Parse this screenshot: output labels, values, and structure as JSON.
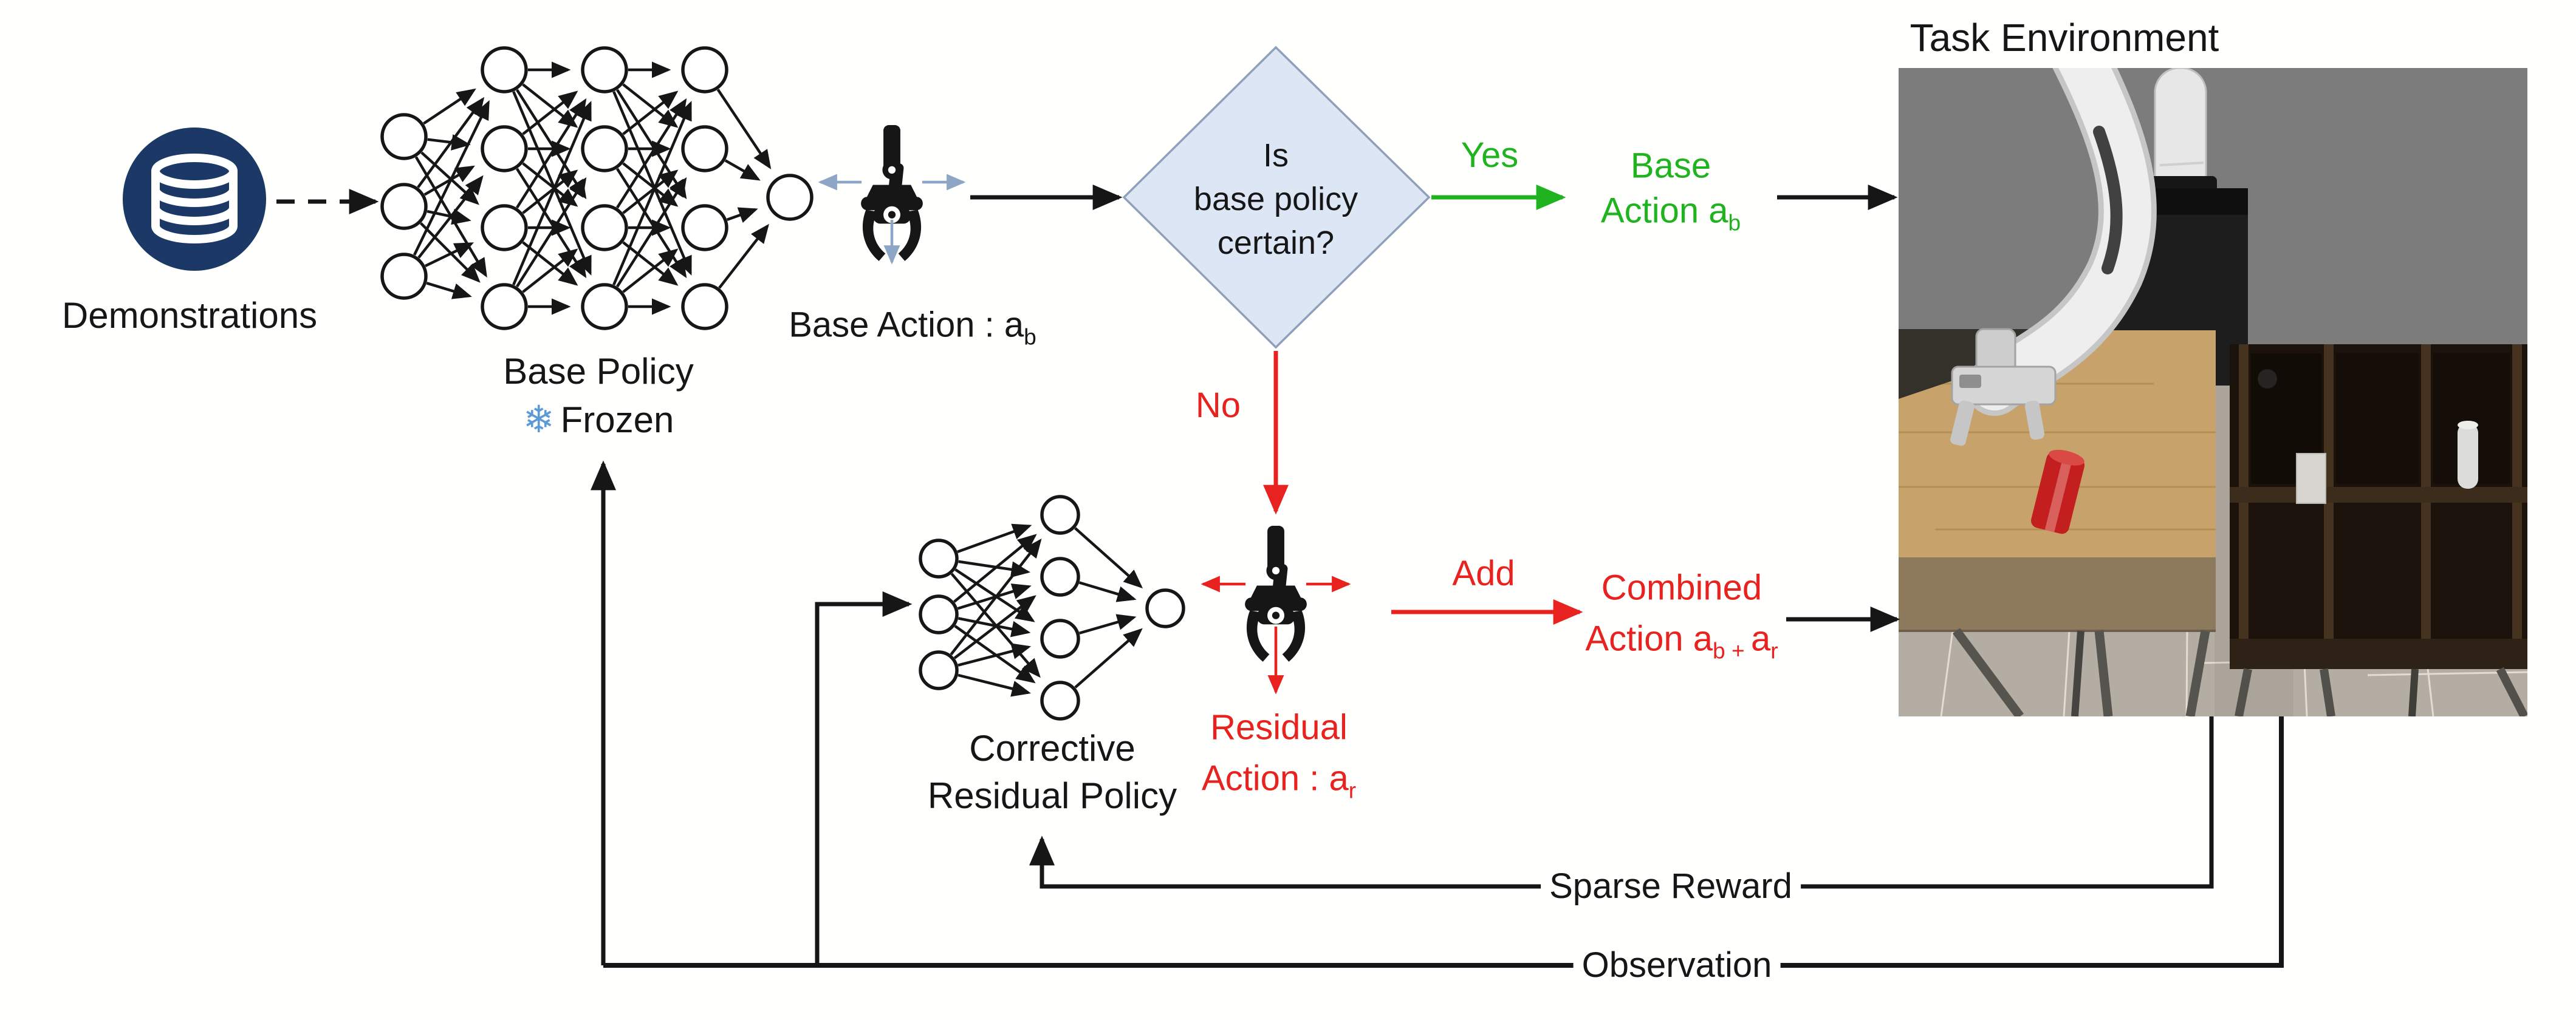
{
  "colors": {
    "ink": "#161616",
    "green": "#1fb41f",
    "red": "#e8231f",
    "steel": "#8ea6c6",
    "navy": "#1b3866",
    "diamond_fill": "#dce6f5",
    "diamond_border": "#8fa0ba",
    "frozen_blue": "#5b9bd5",
    "wall": "#7c7c7c",
    "floor": "#b4ada4",
    "wood": "#c7a26a",
    "wood_edge": "#8d795b",
    "shelf": "#1a120b"
  },
  "icons": {
    "frozen": "❄",
    "demonstrations": "database-icon",
    "base_action": "gripper-icon",
    "residual_action": "gripper-icon"
  },
  "demonstrations": {
    "label": "Demonstrations"
  },
  "base_policy": {
    "name": "Base Policy",
    "status": "Frozen",
    "layers": [
      3,
      4,
      4,
      4,
      1
    ]
  },
  "base_action": {
    "prefix": "Base Action : a",
    "subscript": "b"
  },
  "decision": {
    "line1": "Is",
    "line2": "base policy",
    "line3": "certain?",
    "yes_label": "Yes",
    "no_label": "No"
  },
  "green_branch": {
    "line1": "Base",
    "line2_prefix": "Action a",
    "line2_subscript": "b"
  },
  "residual_action": {
    "line1": "Residual",
    "line2_prefix": "Action : a",
    "line2_subscript": "r"
  },
  "combine": {
    "add_label": "Add",
    "line1": "Combined",
    "line2_prefix": "Action a",
    "line2_sub1": "b + ",
    "line2_mid": "a",
    "line2_sub2": "r"
  },
  "corrective_policy": {
    "name_line1": "Corrective",
    "name_line2": "Residual Policy",
    "layers": [
      3,
      4,
      1
    ]
  },
  "feedback": {
    "sparse_reward": "Sparse Reward",
    "observation": "Observation"
  },
  "environment": {
    "title": "Task Environment"
  }
}
